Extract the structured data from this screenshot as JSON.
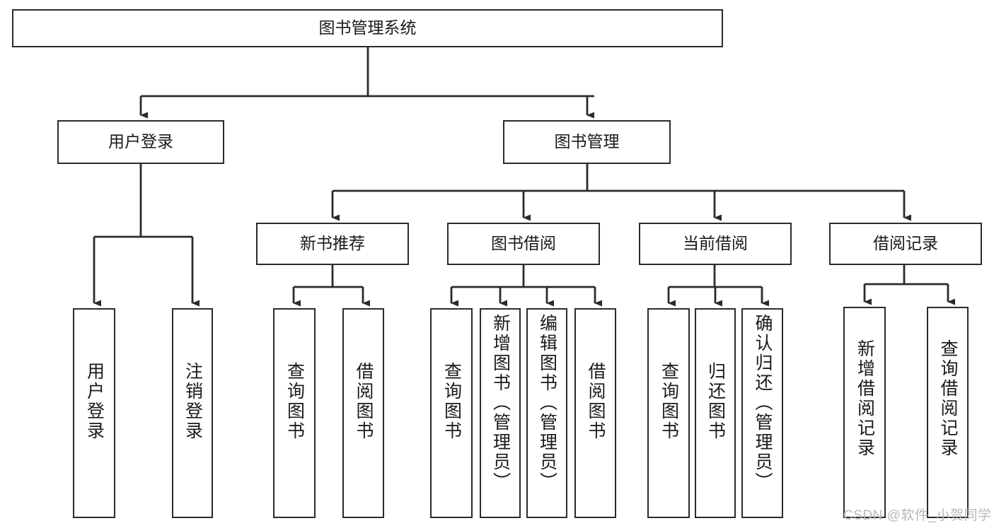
{
  "diagram": {
    "type": "tree-hierarchy-chart",
    "title": "图书管理系统",
    "background_color": "#ffffff",
    "stroke_color": "#2b2b2b",
    "text_color": "#1a1a1a",
    "levels": 4
  },
  "nodes": {
    "root": {
      "label": "图书管理系统",
      "level": 0,
      "orientation": "horizontal"
    },
    "l1": [
      {
        "id": "user-login",
        "label": "用户登录",
        "level": 1,
        "orientation": "horizontal"
      },
      {
        "id": "book-manage",
        "label": "图书管理",
        "level": 1,
        "orientation": "horizontal"
      }
    ],
    "l2": [
      {
        "id": "new-book-recommend",
        "label": "新书推荐",
        "level": 2,
        "orientation": "horizontal"
      },
      {
        "id": "book-borrow",
        "label": "图书借阅",
        "level": 2,
        "orientation": "horizontal"
      },
      {
        "id": "current-borrow",
        "label": "当前借阅",
        "level": 2,
        "orientation": "horizontal"
      },
      {
        "id": "borrow-record",
        "label": "借阅记录",
        "level": 2,
        "orientation": "horizontal"
      }
    ],
    "leaves": {
      "user_login": [
        {
          "id": "leaf-user-login",
          "label": "用户登录"
        },
        {
          "id": "leaf-logout-login",
          "label": "注销登录"
        }
      ],
      "new_book_recommend": [
        {
          "id": "leaf-query-book-1",
          "label": "查询图书"
        },
        {
          "id": "leaf-borrow-book-1",
          "label": "借阅图书"
        }
      ],
      "book_borrow": [
        {
          "id": "leaf-query-book-2",
          "label": "查询图书"
        },
        {
          "id": "leaf-add-book-admin",
          "label": "新增图书（管理员）"
        },
        {
          "id": "leaf-edit-book-admin",
          "label": "编辑图书（管理员）"
        },
        {
          "id": "leaf-borrow-book-2",
          "label": "借阅图书"
        }
      ],
      "current_borrow": [
        {
          "id": "leaf-query-book-3",
          "label": "查询图书"
        },
        {
          "id": "leaf-return-book",
          "label": "归还图书"
        },
        {
          "id": "leaf-confirm-return-admin",
          "label": "确认归还（管理员）"
        }
      ],
      "borrow_record": [
        {
          "id": "leaf-add-borrow-record",
          "label": "新增借阅记录"
        },
        {
          "id": "leaf-query-borrow-record",
          "label": "查询借阅记录"
        }
      ]
    }
  },
  "watermark": {
    "text": "CSDN @软件_小贺同学"
  }
}
